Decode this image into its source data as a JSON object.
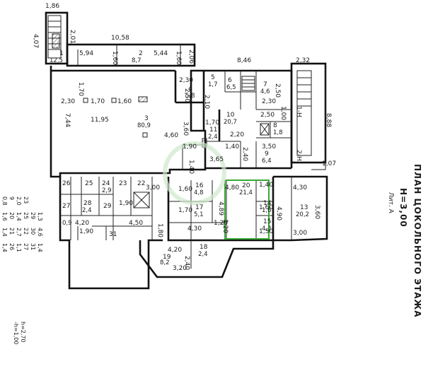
{
  "plan": {
    "title": "ПЛАН ЦОКОЛЬНОГО ЭТАЖА",
    "height": "H=3,00",
    "letter": "Лит. А",
    "h_note_1": "h=2,70",
    "h_note_2": "-h=1,00",
    "section_1": "1-Н",
    "section_2": "2-Н"
  },
  "dimensions": [
    {
      "id": "d-186",
      "text": "1,86"
    },
    {
      "id": "d-201",
      "text": "2,01"
    },
    {
      "id": "d-407",
      "text": "4,07"
    },
    {
      "id": "d-1058",
      "text": "10,58"
    },
    {
      "id": "d-594",
      "text": "5,94"
    },
    {
      "id": "d-544",
      "text": "5,44"
    },
    {
      "id": "d-160a",
      "text": "1,60"
    },
    {
      "id": "d-160b",
      "text": "1,60"
    },
    {
      "id": "d-206",
      "text": "2,06"
    },
    {
      "id": "d-846",
      "text": "8,46"
    },
    {
      "id": "d-232",
      "text": "2,32"
    },
    {
      "id": "d-888",
      "text": "8,88"
    },
    {
      "id": "d-107",
      "text": "1,07"
    },
    {
      "id": "d-170a",
      "text": "1,70"
    },
    {
      "id": "d-230a",
      "text": "2,30"
    },
    {
      "id": "d-170b",
      "text": "1,70"
    },
    {
      "id": "d-160c",
      "text": "1,60"
    },
    {
      "id": "d-1195",
      "text": "11,95"
    },
    {
      "id": "d-744",
      "text": "7,44"
    },
    {
      "id": "d-460a",
      "text": "4,60"
    },
    {
      "id": "d-360",
      "text": "3,60"
    },
    {
      "id": "d-230b",
      "text": "2,30"
    },
    {
      "id": "d-256",
      "text": "2,50"
    },
    {
      "id": "d-210",
      "text": "2,10"
    },
    {
      "id": "d-230c",
      "text": "2,30"
    },
    {
      "id": "d-250a",
      "text": "2,50"
    },
    {
      "id": "d-250b",
      "text": "2,50"
    },
    {
      "id": "d-100",
      "text": "1,00"
    },
    {
      "id": "d-170c",
      "text": "1,70"
    },
    {
      "id": "d-220",
      "text": "2,20"
    },
    {
      "id": "d-190a",
      "text": "1,90"
    },
    {
      "id": "d-140a",
      "text": "1,40"
    },
    {
      "id": "d-240a",
      "text": "2,40"
    },
    {
      "id": "d-350",
      "text": "3,50"
    },
    {
      "id": "d-140b",
      "text": "1,40"
    },
    {
      "id": "d-365",
      "text": "3,65"
    },
    {
      "id": "d-300",
      "text": "3,00"
    },
    {
      "id": "d-160d",
      "text": "1,60"
    },
    {
      "id": "d-480",
      "text": "4,80"
    },
    {
      "id": "d-140c",
      "text": "1,40"
    },
    {
      "id": "d-430a",
      "text": "4,30"
    },
    {
      "id": "d-360b",
      "text": "3,60"
    },
    {
      "id": "d-490",
      "text": "4,90"
    },
    {
      "id": "d-170d",
      "text": "1,70"
    },
    {
      "id": "d-489",
      "text": "4,89"
    },
    {
      "id": "d-160e",
      "text": "1,60"
    },
    {
      "id": "d-120a",
      "text": "1,20"
    },
    {
      "id": "d-120b",
      "text": "1,20"
    },
    {
      "id": "d-430b",
      "text": "4,30"
    },
    {
      "id": "d-150",
      "text": "1,50"
    },
    {
      "id": "d-300b",
      "text": "3,00"
    },
    {
      "id": "d-420a",
      "text": "4,20"
    },
    {
      "id": "d-190b",
      "text": "1,90"
    },
    {
      "id": "d-450",
      "text": "4,50"
    },
    {
      "id": "d-180",
      "text": "1,80"
    },
    {
      "id": "d-190c",
      "text": "1,90"
    },
    {
      "id": "d-420b",
      "text": "4,20"
    },
    {
      "id": "d-240b",
      "text": "2,40"
    },
    {
      "id": "d-320",
      "text": "3,20"
    }
  ],
  "rooms": [
    {
      "id": "r1",
      "num": "1",
      "area": "12,5"
    },
    {
      "id": "r2",
      "num": "2",
      "area": "8,7"
    },
    {
      "id": "r3",
      "num": "3",
      "area": "80,9"
    },
    {
      "id": "r4",
      "num": "4",
      "area": "5,8"
    },
    {
      "id": "r5",
      "num": "5",
      "area": "1,7"
    },
    {
      "id": "r6",
      "num": "6",
      "area": "6,5"
    },
    {
      "id": "r7",
      "num": "7",
      "area": "4,6"
    },
    {
      "id": "r8",
      "num": "8",
      "area": "1,8"
    },
    {
      "id": "r9",
      "num": "9",
      "area": "6,4"
    },
    {
      "id": "r10",
      "num": "10",
      "area": "20,7"
    },
    {
      "id": "r11",
      "num": "11",
      "area": "2,4"
    },
    {
      "id": "r13",
      "num": "13",
      "area": "20,2"
    },
    {
      "id": "r14",
      "num": "14",
      "area": "1,6"
    },
    {
      "id": "r15",
      "num": "15",
      "area": "4,3"
    },
    {
      "id": "r16",
      "num": "16",
      "area": "4,8"
    },
    {
      "id": "r17",
      "num": "17",
      "area": "5,1"
    },
    {
      "id": "r18",
      "num": "18",
      "area": "2,4"
    },
    {
      "id": "r19",
      "num": "19",
      "area": "8,2"
    },
    {
      "id": "r20",
      "num": "20",
      "area": "21,4"
    },
    {
      "id": "r22",
      "num": "22",
      "area": ""
    },
    {
      "id": "r23",
      "num": "23",
      "area": ""
    },
    {
      "id": "r24",
      "num": "24",
      "area": "2,9"
    },
    {
      "id": "r25",
      "num": "25",
      "area": ""
    },
    {
      "id": "r26",
      "num": "26",
      "area": ""
    },
    {
      "id": "r27",
      "num": "27",
      "area": ""
    },
    {
      "id": "r28",
      "num": "28",
      "area": "2,4"
    },
    {
      "id": "r29",
      "num": "29",
      "area": ""
    },
    {
      "id": "r30",
      "num": "30",
      "area": "0,9"
    },
    {
      "id": "r31",
      "num": "31",
      "area": ""
    }
  ],
  "legend_table": [
    {
      "num": "9",
      "val": "20"
    },
    {
      "num": "0,8",
      "val": "1,6"
    },
    {
      "num": "23",
      "val": "25"
    },
    {
      "num": "2,0",
      "val": "1,4"
    },
    {
      "num": "29",
      "val": "30"
    },
    {
      "num": "1,3",
      "val": "4,6"
    },
    {
      "num": "21",
      "val": "22"
    },
    {
      "num": "1,4",
      "val": "2,7"
    },
    {
      "num": "26",
      "val": "27"
    },
    {
      "num": "1,4",
      "val": "1,1"
    },
    {
      "num": "31",
      "val": ""
    },
    {
      "num": "1,4",
      "val": ""
    }
  ]
}
